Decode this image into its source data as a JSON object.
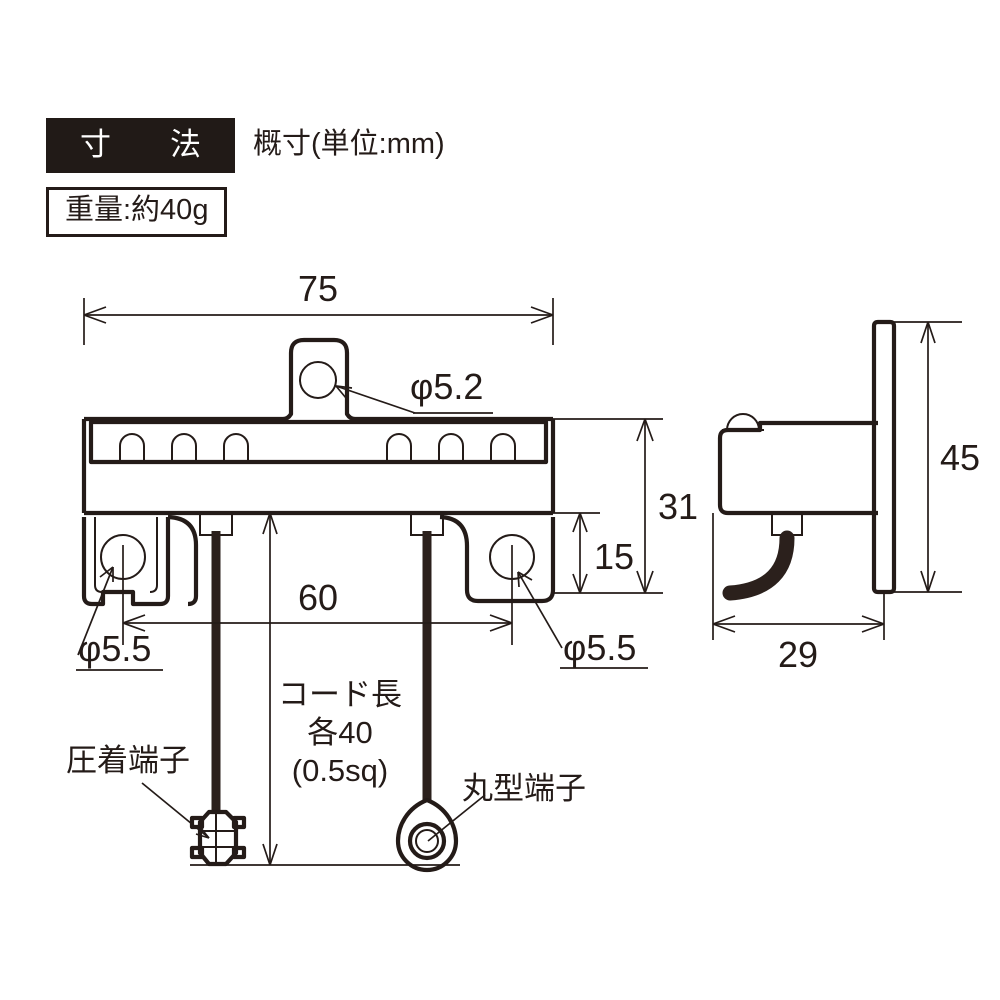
{
  "header": {
    "badge_label": "寸　法",
    "note": "概寸(単位:mm)",
    "weight_label": "重量:約40g"
  },
  "front_view": {
    "width_label": "75",
    "height_total_label": "31",
    "height_lower_label": "15",
    "hole_spacing_label": "60",
    "top_hole_label": "φ5.2",
    "left_hole_label": "φ5.5",
    "right_hole_label": "φ5.5",
    "cord_length_line1": "コード長",
    "cord_length_line2": "各40",
    "cord_length_line3": "(0.5sq)",
    "crimp_terminal_label": "圧着端子",
    "round_terminal_label": "丸型端子"
  },
  "side_view": {
    "height_label": "45",
    "depth_label": "29"
  },
  "colors": {
    "ink": "#241b18",
    "badge_bg": "#211a17",
    "cord": "#2b201c",
    "paper": "#ffffff"
  },
  "chart_data": {
    "type": "table",
    "title": "寸法 概寸(単位:mm)",
    "categories": [
      "75",
      "31",
      "15",
      "60",
      "45",
      "29",
      "φ5.2",
      "φ5.5",
      "各40",
      "約40g"
    ],
    "values": [
      75,
      31,
      15,
      60,
      45,
      29,
      5.2,
      5.5,
      40,
      40
    ]
  }
}
